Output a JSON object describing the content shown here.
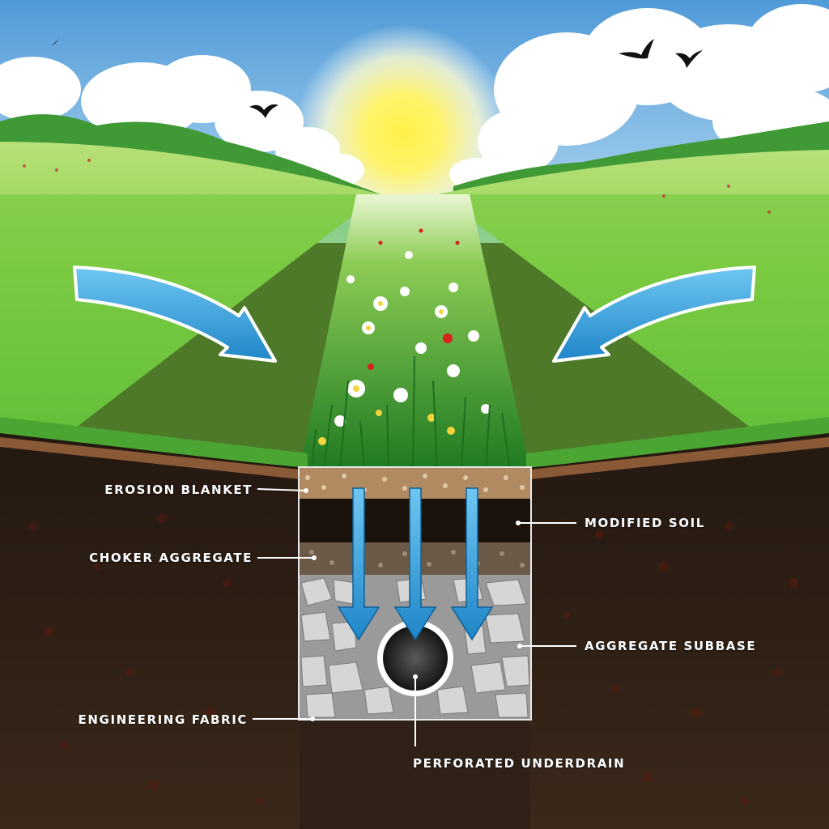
{
  "labels": {
    "erosion_blanket": "EROSION BLANKET",
    "modified_soil": "MODIFIED SOIL",
    "choker_aggregate": "CHOKER AGGREGATE",
    "aggregate_subbase": "AGGREGATE SUBBASE",
    "engineering_fabric": "ENGINEERING FABRIC",
    "perforated_underdrain": "PERFORATED UNDERDRAIN"
  },
  "colors": {
    "sky": "#6aaee0",
    "grass": "#6cc53a",
    "soil": "#2e2016",
    "water_arrow": "#2f9bd6",
    "sun": "#fff24a",
    "label_text": "#ffffff"
  }
}
